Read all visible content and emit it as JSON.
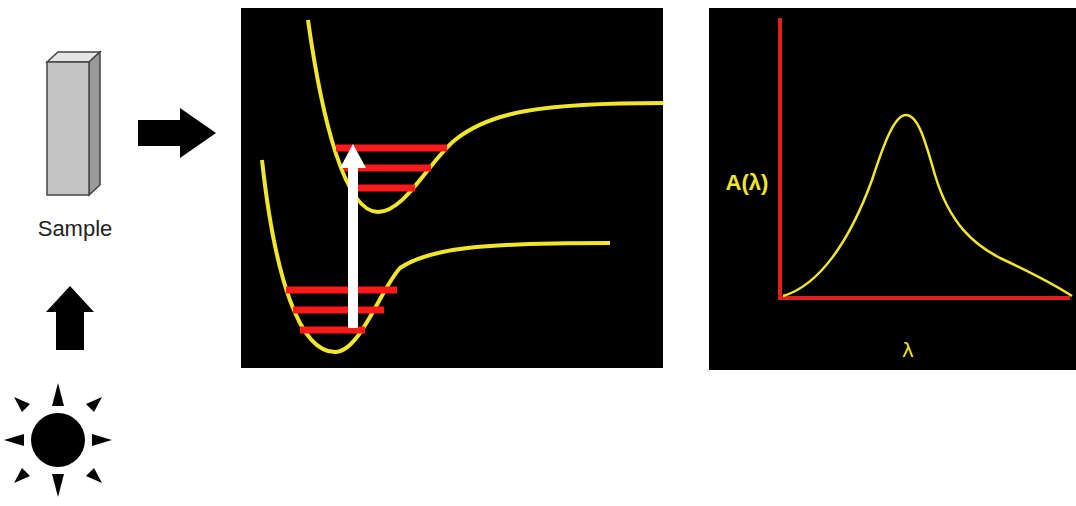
{
  "diagram": {
    "labels": [
      "Sample",
      "A(λ)",
      "λ"
    ]
  }
}
